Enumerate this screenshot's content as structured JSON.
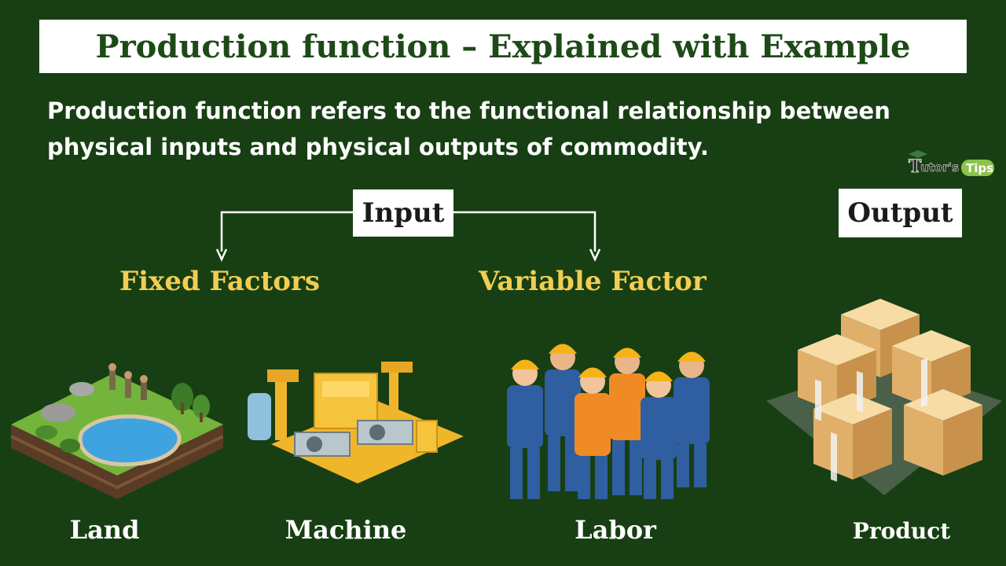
{
  "title": "Production function – Explained with Example",
  "definition": "Production function refers to the functional relationship between physical inputs and physical outputs of commodity.",
  "logo": {
    "text_tutor": "utor's",
    "text_tips": "Tips",
    "letter_t": "T"
  },
  "input_label": "Input",
  "output_label": "Output",
  "fixed_label": "Fixed Factors",
  "variable_label": "Variable Factor",
  "items": [
    {
      "label": "Land",
      "icon": "land-illustration"
    },
    {
      "label": "Machine",
      "icon": "machine-illustration"
    },
    {
      "label": "Labor",
      "icon": "workers-illustration"
    },
    {
      "label": "Product",
      "icon": "boxes-illustration"
    }
  ],
  "colors": {
    "background": "#173f13",
    "title_text": "#1d4a17",
    "factor_text": "#f2cd52"
  }
}
